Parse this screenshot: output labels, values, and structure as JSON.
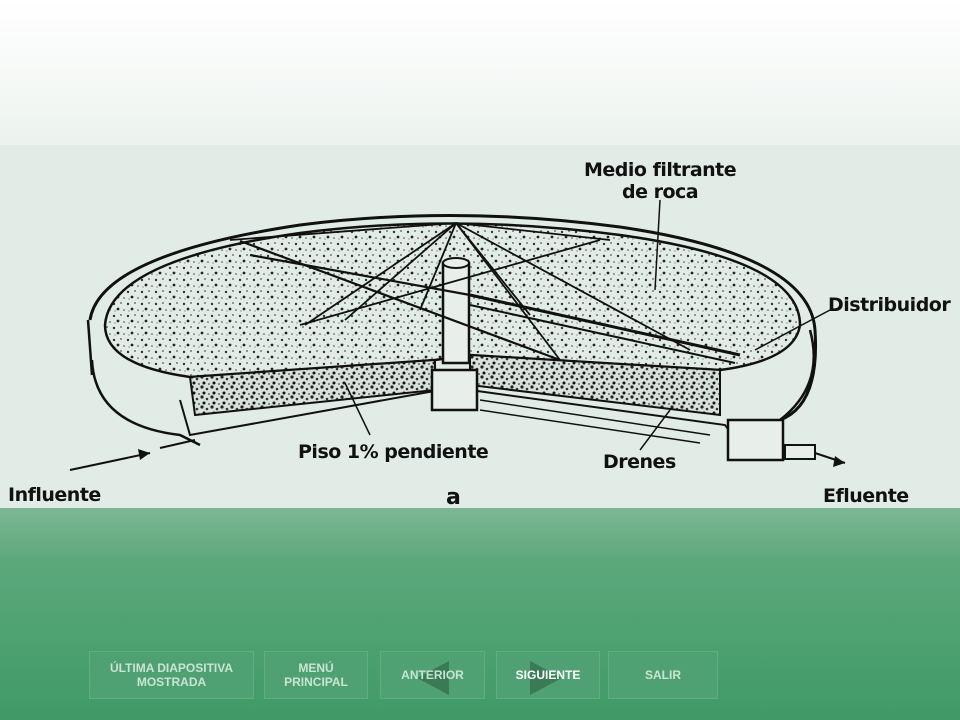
{
  "diagram": {
    "labels": {
      "medio": "Medio filtrante\nde roca",
      "distribuidor": "Distribuidor",
      "piso": "Piso 1% pendiente",
      "drenes": "Drenes",
      "influente": "Influente",
      "efluente": "Efluente",
      "figure_letter": "a"
    }
  },
  "nav": {
    "ultima": "ÚLTIMA DIAPOSITIVA MOSTRADA",
    "menu": "MENÚ PRINCIPAL",
    "anterior": "ANTERIOR",
    "siguiente": "SIGUIENTE",
    "salir": "SALIR"
  },
  "colors": {
    "nav_bg": "#4fa173",
    "nav_text": "#c8e4d2",
    "siguiente_text": "#ffffff",
    "arrow_fill": "#3a7a55"
  }
}
